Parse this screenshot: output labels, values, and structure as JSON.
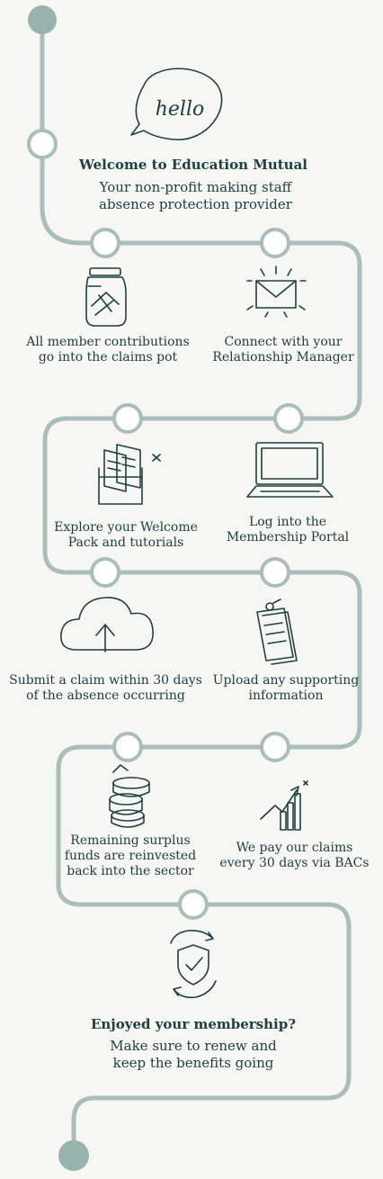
{
  "colors": {
    "path": "#a9bebb",
    "start_end_dot": "#98b2ae",
    "ink": "#1f4040",
    "background": "#f6f6f4"
  },
  "intro": {
    "hello_word": "hello",
    "title": "Welcome to Education Mutual",
    "subtitle_line1": "Your non-profit making staff",
    "subtitle_line2": "absence protection provider"
  },
  "steps": [
    {
      "icon": "jar-of-money-icon",
      "line1": "All member contributions",
      "line2": "go into the claims pot"
    },
    {
      "icon": "envelope-icon",
      "line1": "Connect with your",
      "line2": "Relationship Manager"
    },
    {
      "icon": "document-folder-icon",
      "line1": "Explore your Welcome",
      "line2": "Pack and tutorials"
    },
    {
      "icon": "laptop-icon",
      "line1": "Log into the",
      "line2": "Membership Portal"
    },
    {
      "icon": "cloud-upload-icon",
      "line1": "Submit a claim within 30 days",
      "line2": "of the absence occurring"
    },
    {
      "icon": "clipboard-papers-icon",
      "line1": "Upload any supporting",
      "line2": "information"
    },
    {
      "icon": "coin-stack-icon",
      "line1": "Remaining surplus",
      "line2": "funds are reinvested",
      "line3": "back into the sector"
    },
    {
      "icon": "growth-chart-icon",
      "line1": "We pay our claims",
      "line2": "every 30 days via BACs"
    }
  ],
  "outro": {
    "icon": "shield-renew-icon",
    "title": "Enjoyed your membership?",
    "line1": "Make sure to renew and",
    "line2": "keep the benefits going"
  }
}
